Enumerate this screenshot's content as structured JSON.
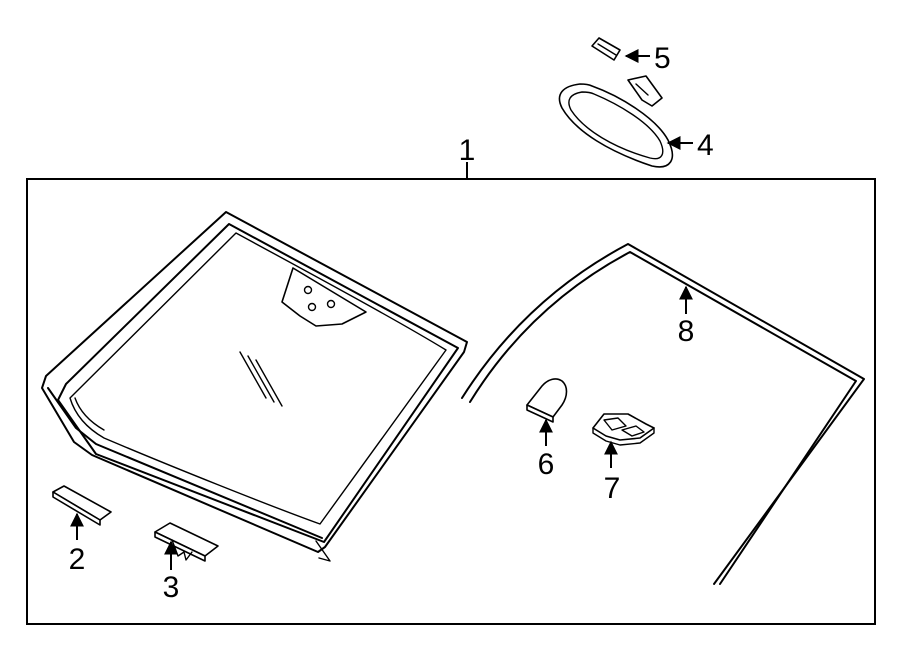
{
  "callouts": {
    "c1": "1",
    "c2": "2",
    "c3": "3",
    "c4": "4",
    "c5": "5",
    "c6": "6",
    "c7": "7",
    "c8": "8"
  },
  "colors": {
    "line": "#000000",
    "background": "#ffffff"
  },
  "icons": {
    "arrow": "arrow-icon"
  }
}
